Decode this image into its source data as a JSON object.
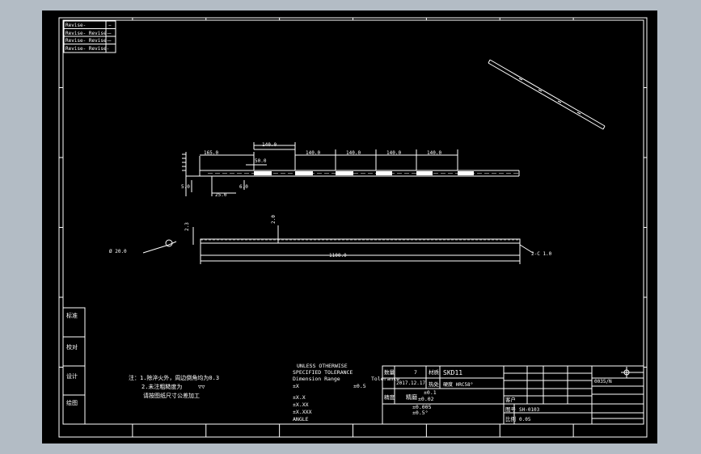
{
  "revision_table": {
    "rows": [
      {
        "label": "Revise-",
        "mark": "−"
      },
      {
        "label": "Revise- Revise-",
        "mark": "−"
      },
      {
        "label": "Revise- Revise-",
        "mark": "−"
      },
      {
        "label": "Revise- Revise-",
        "mark": ""
      }
    ]
  },
  "dimensions": {
    "top_view": [
      "165.0",
      "140.0",
      "140.0",
      "140.0",
      "140.0",
      "140.0",
      "50.0",
      "25.0",
      "5.0",
      "6.0"
    ],
    "side_view": [
      "1100.0",
      "2-C 1.0",
      "Ø 20.0",
      "2.3",
      "2.0"
    ]
  },
  "notes": {
    "line1": "注：1.除淬火外，周边倒角均为0.3",
    "line2": "2.未注粗糙度为",
    "roughness_symbol": "▽▽",
    "line3": "请按图纸尺寸公差加工"
  },
  "signoff_labels": [
    "标准",
    "校对",
    "设计",
    "绘图"
  ],
  "tolerance": {
    "heading1": "UNLESS OTHERWISE",
    "heading2": "SPECIFIED TOLERANCE",
    "range_label": "Dimension Range",
    "tol_label": "Tolerance",
    "rows": [
      {
        "k": "±X",
        "v": "±0.5"
      },
      {
        "k": "±X.X",
        "v": "±0.1"
      },
      {
        "k": "±X.XX",
        "v": "±0.02"
      },
      {
        "k": "±X.XXX",
        "v": "±0.005"
      },
      {
        "k": "ANGLE",
        "v": "±0.5°"
      }
    ]
  },
  "title_block": {
    "qty_label": "数量",
    "qty": "7",
    "material_label": "材质",
    "material": "SKD11",
    "date": "2017.12.17",
    "hardness_label": "热处",
    "hardness": "硬度 HRC58°",
    "accuracy_label": "精度",
    "accuracy": "精磨",
    "drawing_no_label": "图号",
    "drawing_no": "SH-0103",
    "scale_label": "比例",
    "scale": "0.05",
    "customer_label": "客户",
    "right_code": "0035/N"
  }
}
